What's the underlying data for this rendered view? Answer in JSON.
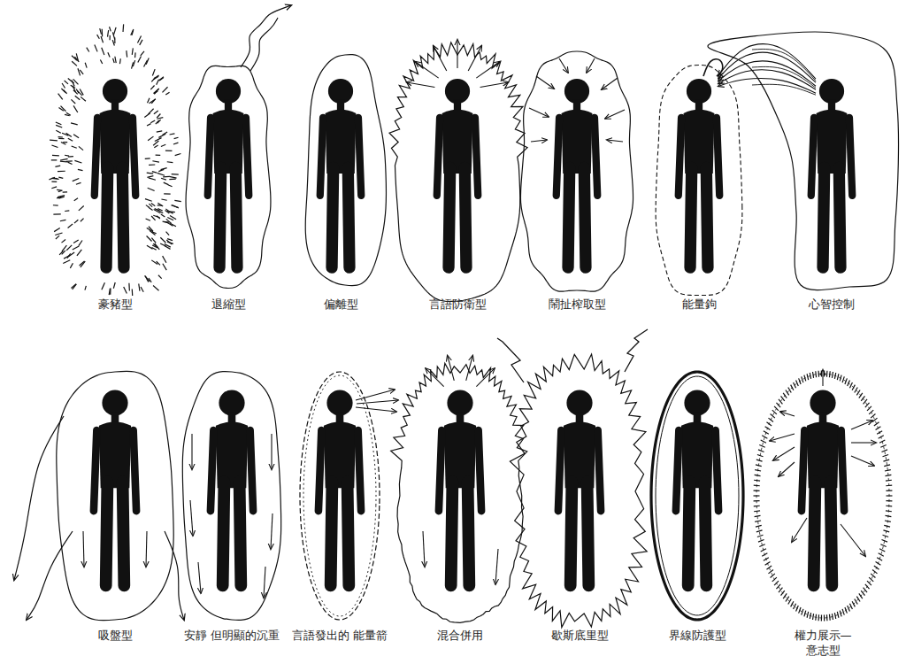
{
  "diagram": {
    "labels": [
      "豪豬型",
      "退縮型",
      "偏離型",
      "言語防衛型",
      "鬧扯榨取型",
      "能量鉤",
      "心智控制",
      "吸盤型",
      "安靜 但明顯的沉重",
      "言語發出的 能量箭",
      "混合併用",
      "歇斯底里型",
      "界線防護型",
      "權力展示—意志型"
    ]
  }
}
